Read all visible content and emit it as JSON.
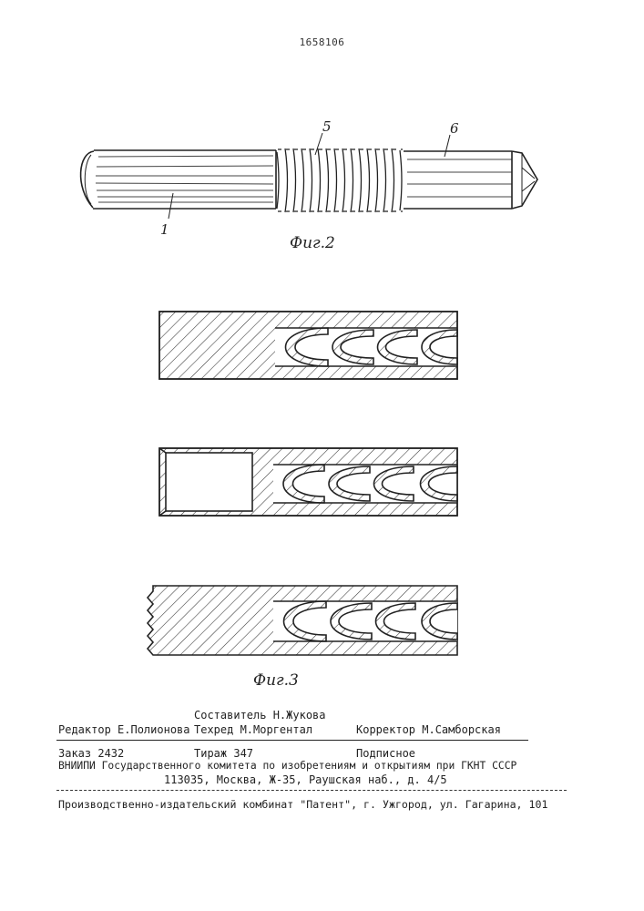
{
  "header": {
    "patent_number": "1658106"
  },
  "figure2": {
    "caption": "Фиг.2",
    "callouts": {
      "body": "1",
      "coil": "5",
      "tip": "6"
    }
  },
  "figure3": {
    "caption": "Фиг.3"
  },
  "imprint": {
    "compiler": "Составитель Н.Жукова",
    "editor": "Редактор Е.Полионова",
    "techred": "Техред М.Моргентал",
    "corrector": "Корректор М.Самборская",
    "order": "Заказ 2432",
    "circulation": "Тираж 347",
    "subscription": "Подписное",
    "institute": "ВНИИПИ Государственного комитета по изобретениям и открытиям при ГКНТ СССР",
    "address": "113035, Москва, Ж-35, Раушская наб., д. 4/5",
    "publisher": "Производственно-издательский комбинат \"Патент\", г. Ужгород, ул. Гагарина, 101"
  }
}
